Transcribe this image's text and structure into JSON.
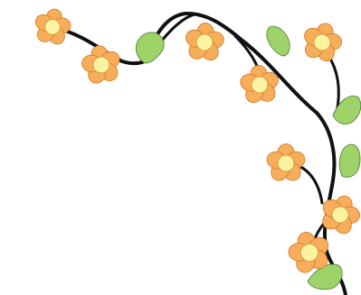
{
  "colors": {
    "background": "#ffffff",
    "vine": "#111111",
    "petal": "#f8ad5a",
    "petal_outline": "#d07a28",
    "flower_center": "#fbf3a0",
    "center_outline": "#c79a3a",
    "leaf": "#9ed36a",
    "leaf_outline": "#4a7a30"
  },
  "artwork": {
    "subject": "floral-vine-corner-border",
    "flower_count": 8,
    "leaf_count": 5
  }
}
